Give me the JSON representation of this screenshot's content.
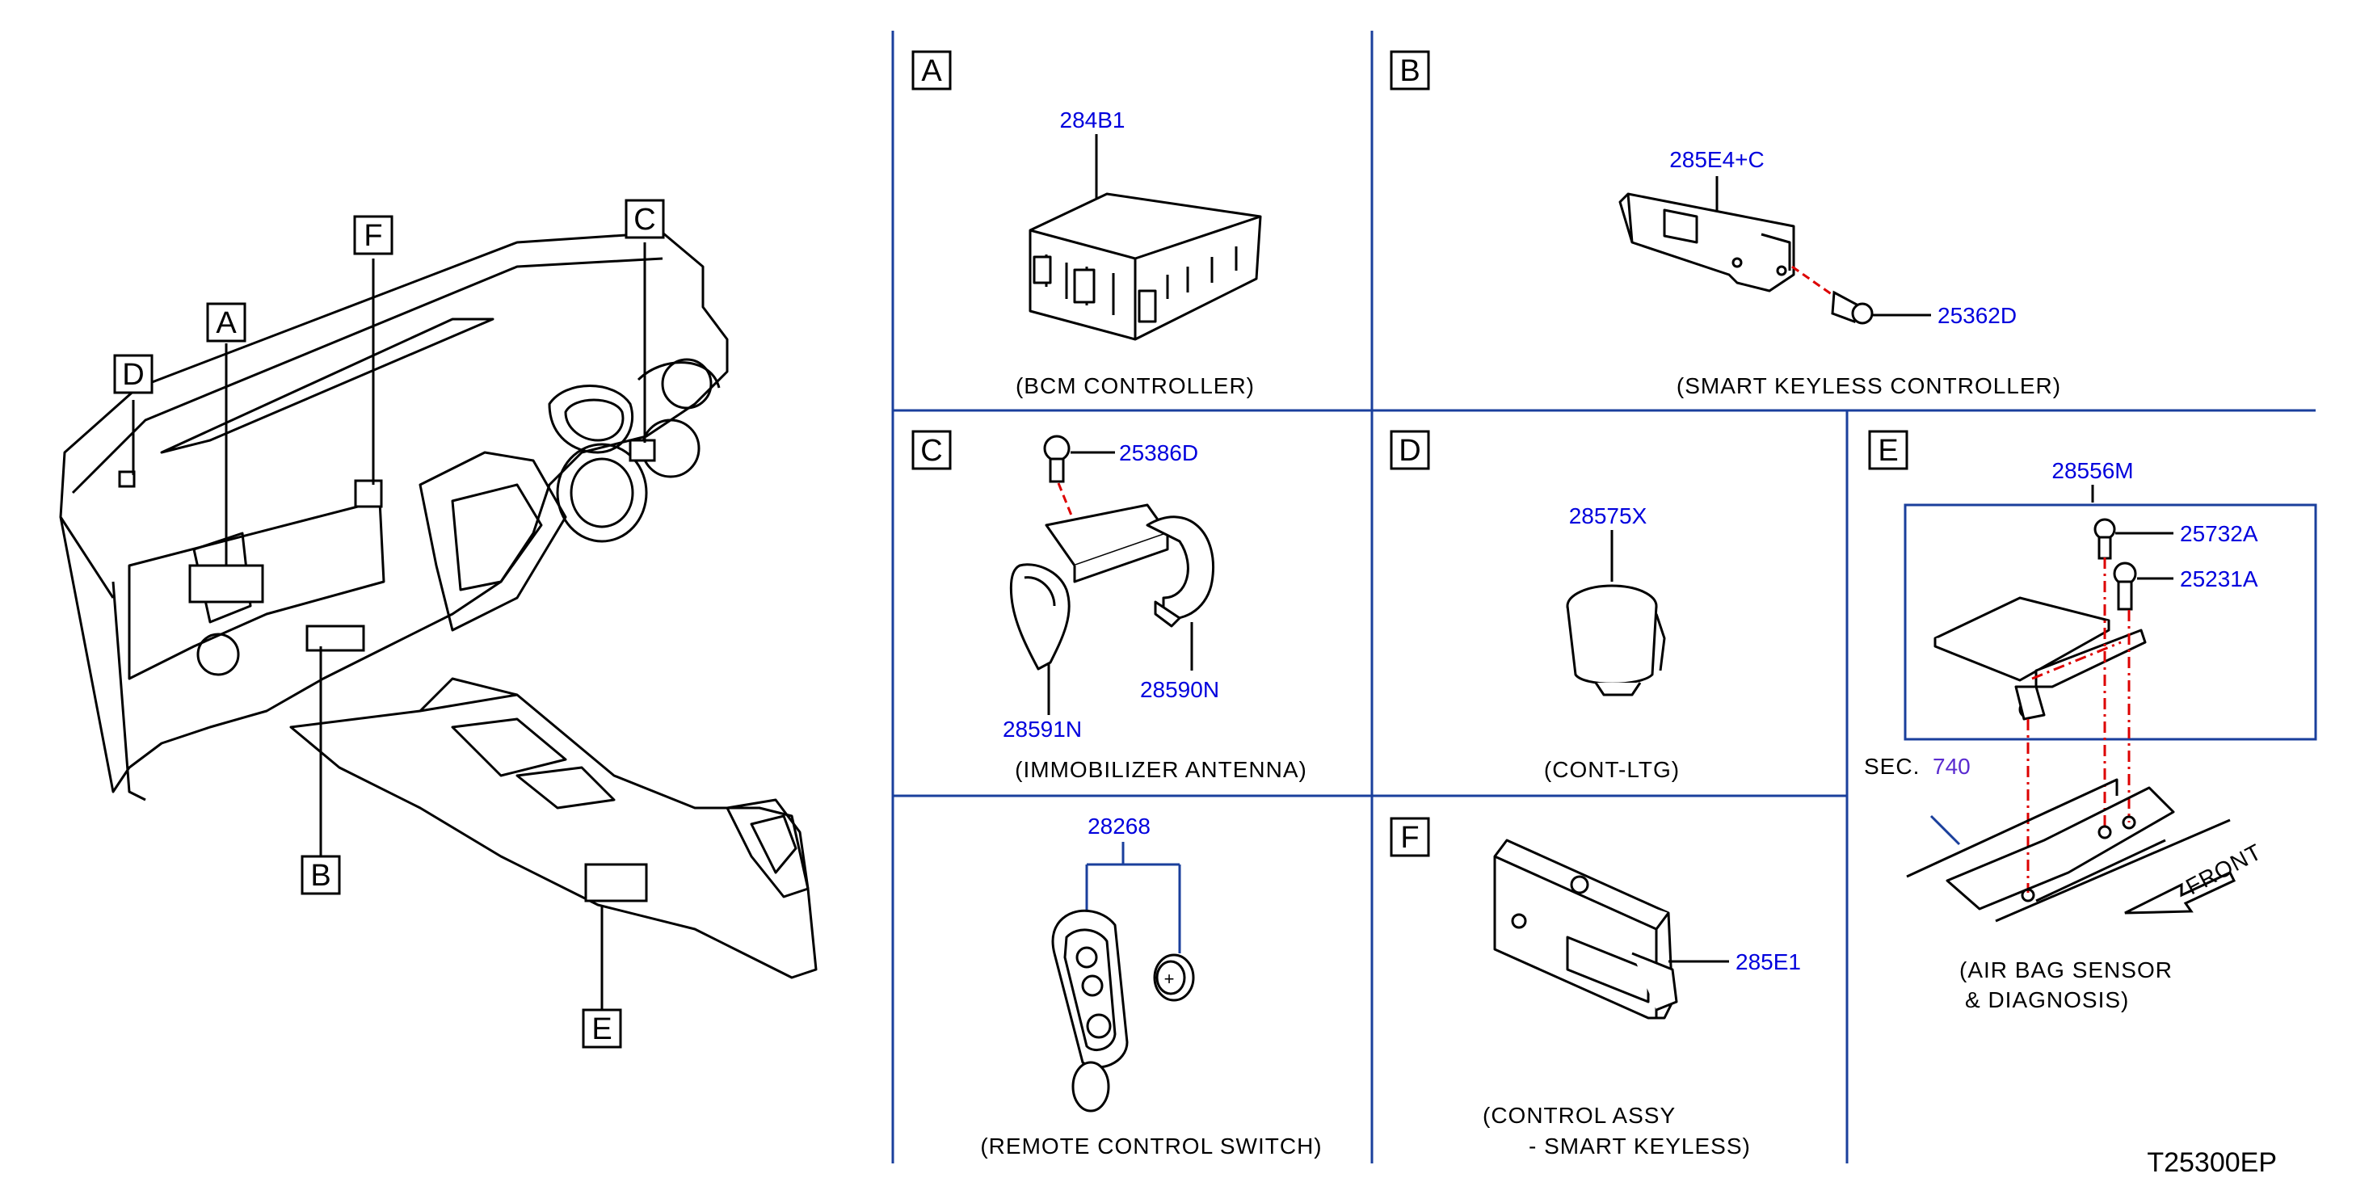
{
  "overview": {
    "callouts": [
      "A",
      "B",
      "C",
      "D",
      "E",
      "F"
    ]
  },
  "panels": {
    "A": {
      "letter": "A",
      "part": "284B1",
      "caption": "(BCM   CONTROLLER)"
    },
    "B": {
      "letter": "B",
      "parts": [
        "285E4+C",
        "25362D"
      ],
      "caption": "(SMART   KEYLESS   CONTROLLER)"
    },
    "C": {
      "letter": "C",
      "parts": [
        "25386D",
        "28591N",
        "28590N"
      ],
      "caption": "(IMMOBILIZER   ANTENNA)"
    },
    "D": {
      "letter": "D",
      "part": "28575X",
      "caption": "(CONT-LTG)"
    },
    "E": {
      "letter": "E",
      "parts": [
        "28556M",
        "25732A",
        "25231A"
      ],
      "sec_label": "SEC.",
      "sec_number": "740",
      "front_label": "FRONT",
      "caption_line1": "(AIR  BAG  SENSOR",
      "caption_line2": "&  DIAGNOSIS)"
    },
    "F": {
      "letter": "F",
      "part": "285E1",
      "caption_line1": "(CONTROL   ASSY",
      "caption_line2": "-  SMART   KEYLESS)"
    },
    "remote": {
      "part": "28268",
      "caption": "(REMOTE   CONTROL   SWITCH)"
    }
  },
  "figure_code": "T25300EP",
  "colors": {
    "line": "#000000",
    "part_number": "#0000dd",
    "panel_border": "#1a3f9c",
    "dash": "#dd0000",
    "sec_number": "#5a2bd0"
  }
}
